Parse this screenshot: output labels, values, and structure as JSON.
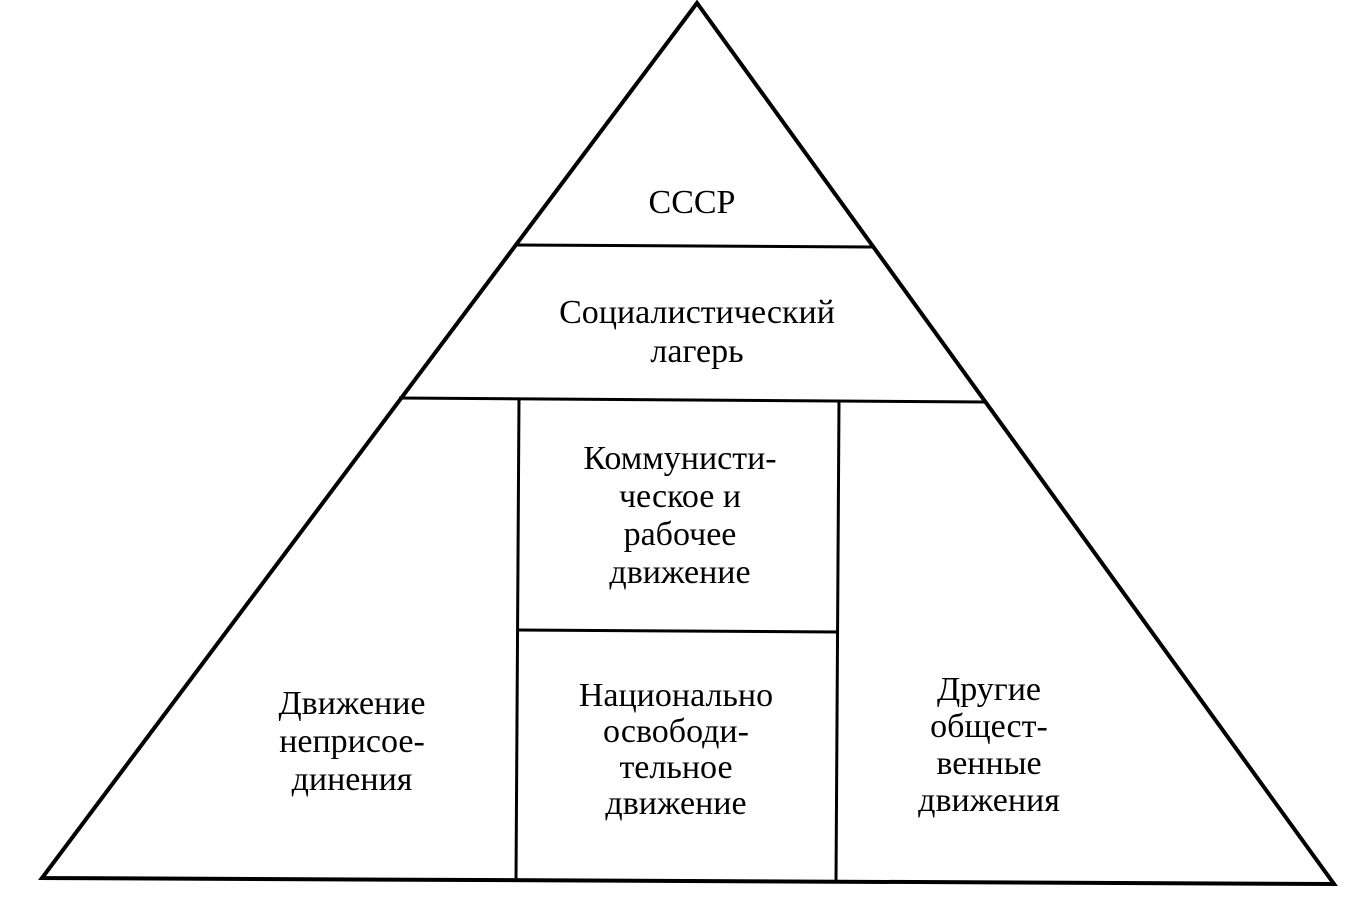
{
  "diagram": {
    "apex": {
      "lines": [
        "СССР"
      ]
    },
    "camp": {
      "lines": [
        "Социалистический",
        "лагерь"
      ]
    },
    "communist": {
      "lines": [
        "Коммунисти-",
        "ческое и",
        "рабочее",
        "движение"
      ]
    },
    "liberation": {
      "lines": [
        "Национально",
        "освободи-",
        "тельное",
        "движение"
      ]
    },
    "non_aligned": {
      "lines": [
        "Движение",
        "неприсое-",
        "динения"
      ]
    },
    "other": {
      "lines": [
        "Другие",
        "общест-",
        "венные",
        "движения"
      ]
    }
  }
}
